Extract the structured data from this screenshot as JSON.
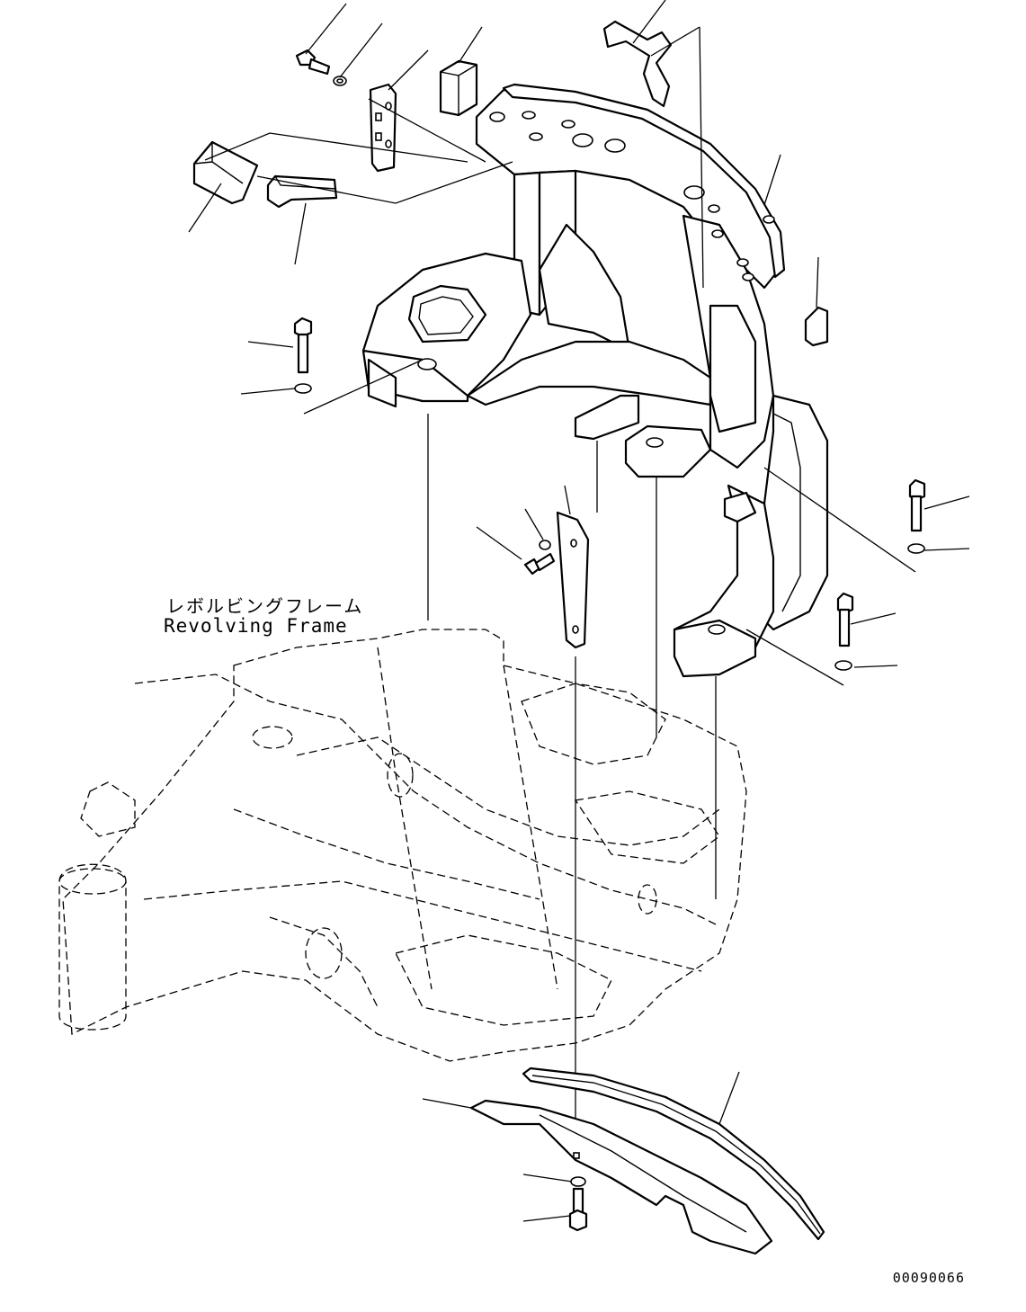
{
  "diagram": {
    "callout_jp": "レボルビングフレーム",
    "callout_en": "Revolving Frame",
    "drawing_number": "00090066"
  }
}
